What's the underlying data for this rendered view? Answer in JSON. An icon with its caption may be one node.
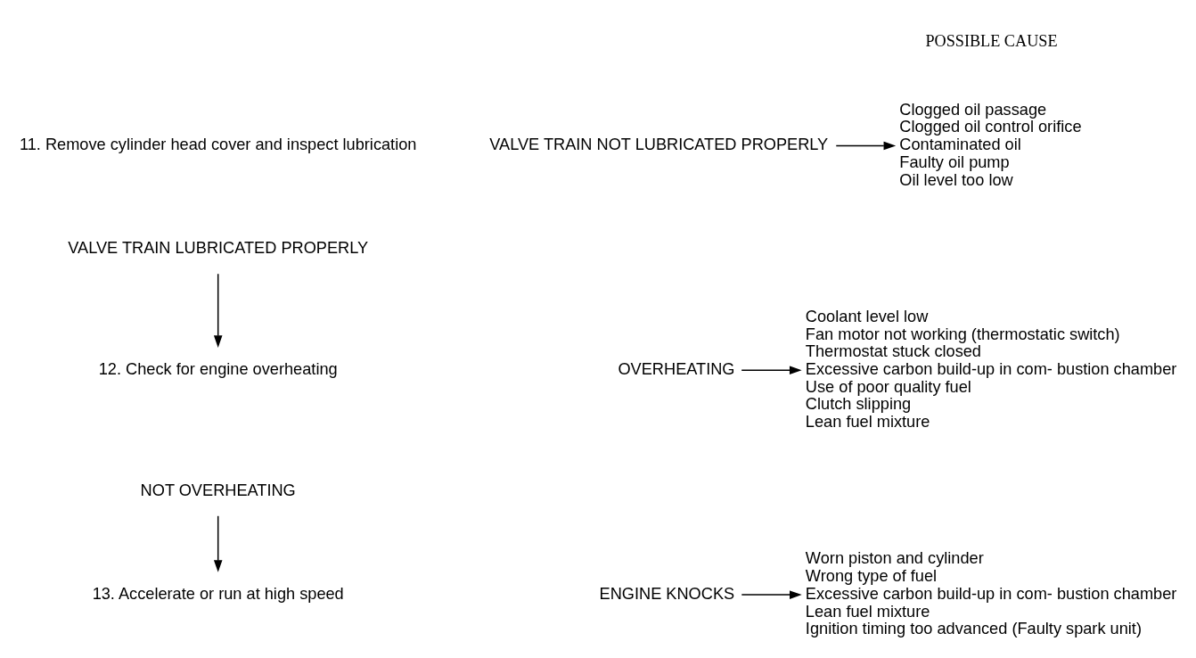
{
  "diagram": {
    "nodes": [
      {
        "text": [
          "11. Remove cylinder head cover and inspect lubrication"
        ]
      },
      {
        "text": [
          "VALVE TRAIN LUBRICATED PROPERLY"
        ]
      },
      {
        "text": [
          "12. Check for engine overheating"
        ]
      },
      {
        "text": [
          "NOT OVERHEATING"
        ]
      },
      {
        "text": [
          "13. Accelerate or run at high speed"
        ]
      },
      {
        "text": [
          "VALVE TRAIN NOT LUBRICATED PROPERLY"
        ]
      },
      {
        "text": [
          "Clogged oil passage",
          "Clogged oil control orifice",
          "Contaminated oil",
          "Faulty oil pump",
          "Oil level too low"
        ]
      },
      {
        "text": [
          "OVERHEATING"
        ]
      },
      {
        "text": [
          "Coolant level low",
          "Fan motor not working (thermostatic switch)",
          "Thermostat stuck closed",
          "Excessive carbon build-up in com- bustion chamber",
          "Use of poor quality fuel",
          "Clutch slipping",
          "Lean fuel mixture"
        ]
      },
      {
        "text": [
          "ENGINE KNOCKS"
        ]
      },
      {
        "text": [
          "Worn piston and cylinder",
          "Wrong type of fuel",
          "Excessive carbon build-up in com- bustion chamber",
          "Lean fuel mixture",
          "Ignition timing too advanced (Faulty spark unit)"
        ]
      }
    ],
    "edges": [
      {
        "from": 1,
        "to": 2,
        "arrow": "to"
      },
      {
        "from": 3,
        "to": 4,
        "arrow": "to"
      },
      {
        "from": 5,
        "to": 6,
        "arrow": "to"
      },
      {
        "from": 7,
        "to": 8,
        "arrow": "to"
      },
      {
        "from": 9,
        "to": 10,
        "arrow": "to"
      }
    ],
    "labels": [
      "POSSIBLE CAUSE"
    ]
  }
}
